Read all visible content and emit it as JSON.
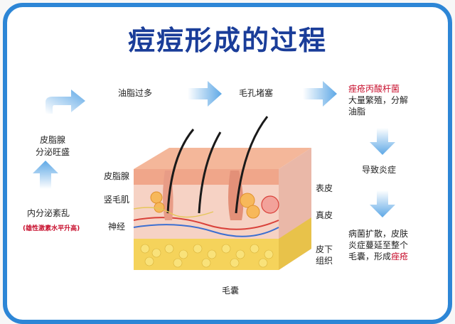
{
  "title": "痘痘形成的过程",
  "steps": {
    "hormone": "内分泌紊乱",
    "hormone_note": "(雄性激素水平升高)",
    "sebaceous": "皮脂腺",
    "sebaceous_secrete": "分泌旺盛",
    "oil": "油脂过多",
    "pore": "毛孔堵塞",
    "bacteria_name": "痤疮丙酸杆菌",
    "bacteria_l1": "大量繁殖，分解",
    "bacteria_l2": "油脂",
    "inflammation": "导致炎症",
    "spread_l1": "病菌扩散，皮肤",
    "spread_l2": "炎症蔓延至整个",
    "spread_l3_pre": "毛囊，形成",
    "spread_l3_red": "痤疮"
  },
  "anatomy": {
    "sebaceous_gland": "皮脂腺",
    "arrector_muscle": "竖毛肌",
    "nerve": "神经",
    "epidermis": "表皮",
    "dermis": "真皮",
    "subcutis_l1": "皮下",
    "subcutis_l2": "组织",
    "follicle": "毛囊"
  },
  "colors": {
    "frame": "#2d86d6",
    "title": "#1a3d99",
    "arrow": "#5ea8e6",
    "highlight": "#c8102e",
    "skin_top": "#f4b79a",
    "dermis": "#f6d2c4",
    "fat": "#f5d35b"
  }
}
